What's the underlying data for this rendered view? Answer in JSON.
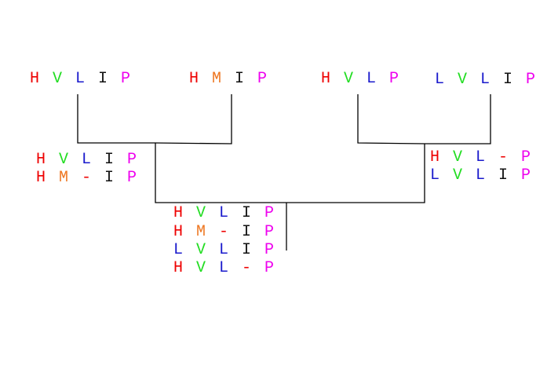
{
  "colors": {
    "H": "#ee0000",
    "V": "#22dd22",
    "L": "#1a1acc",
    "I": "#111111",
    "P": "#ee00ee",
    "M": "#ee7722",
    "-": "#ee0000",
    "line": "#000000"
  },
  "sequences": {
    "leaf_1": "HVLIP",
    "leaf_2": "HMIP",
    "leaf_3": "HVLP",
    "leaf_4": "LVLIP",
    "left_alignment": [
      "HVLIP",
      "HM-IP"
    ],
    "right_alignment": [
      "HVL-P",
      "LVLIP"
    ],
    "root_alignment": [
      "HVLIP",
      "HM-IP",
      "LVLIP",
      "HVL-P"
    ]
  }
}
